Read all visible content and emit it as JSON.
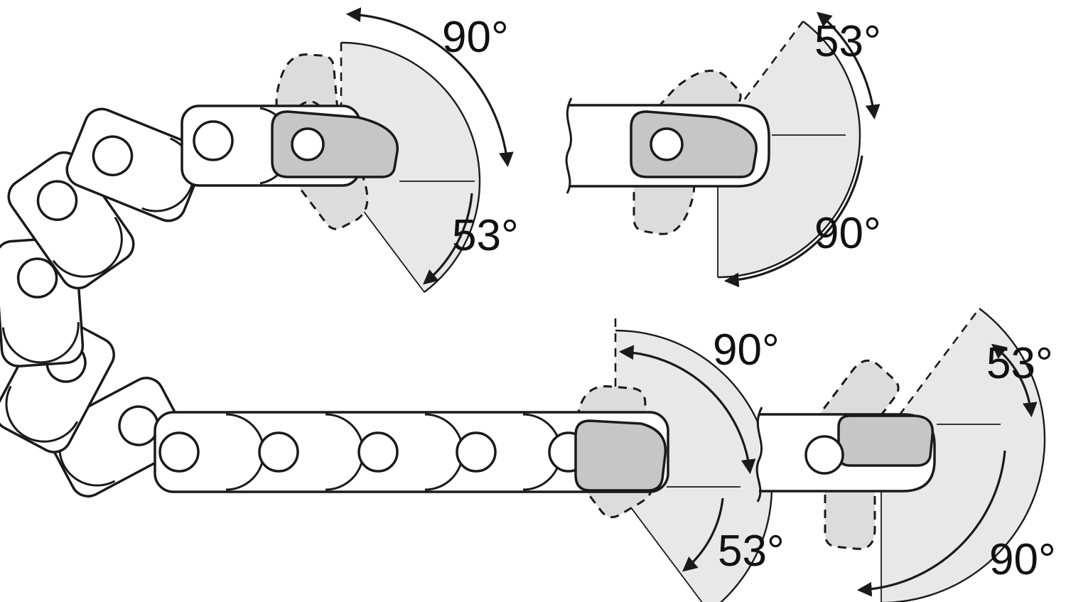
{
  "diagram": {
    "units": {
      "top_left": {
        "up_angle": "90°",
        "down_angle": "53°"
      },
      "top_right": {
        "up_angle": "53°",
        "down_angle": "90°"
      },
      "bottom_middle": {
        "up_angle": "90°",
        "down_angle": "53°"
      },
      "bottom_right": {
        "up_angle": "53°",
        "down_angle": "90°"
      }
    },
    "colors": {
      "outline": "#1a1a1a",
      "sector_fill": "#e8e8e8",
      "ghost_bracket_fill": "#dcdcdc",
      "solid_bracket_fill": "#c6c6c6",
      "link_fill": "#ffffff"
    }
  }
}
